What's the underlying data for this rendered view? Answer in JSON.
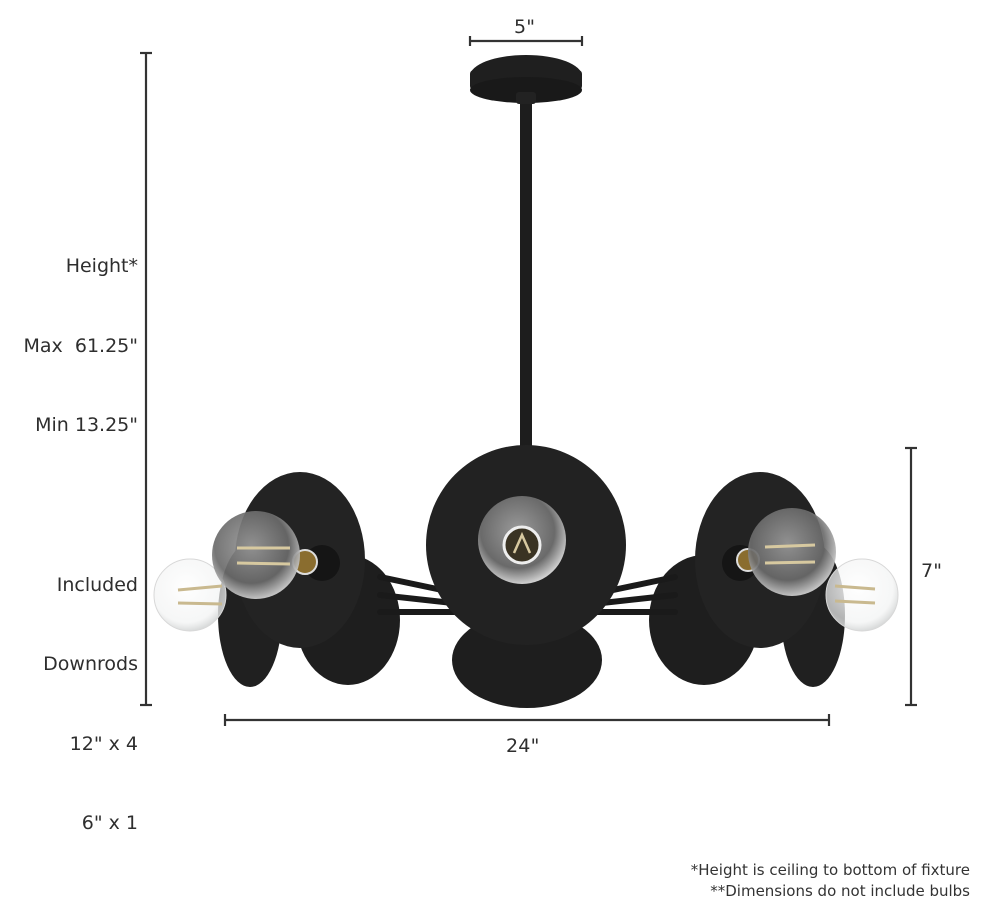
{
  "dimensions": {
    "canopy_width": "5\"",
    "fixture_width": "24\"",
    "fixture_height": "7\""
  },
  "height_specs": {
    "title": "Height*",
    "max": "Max  61.25\"",
    "min": "Min 13.25\""
  },
  "downrod_specs": {
    "title_line1": "Included",
    "title_line2": "Downrods",
    "item1": "12\" x 4",
    "item2": "6\" x 1"
  },
  "footnotes": {
    "note1": "*Height is ceiling to bottom of fixture",
    "note2": "**Dimensions do not include bulbs"
  },
  "colors": {
    "fixture": "#1f1f1f",
    "dimension_line": "#333333",
    "bulb_glass": "#e9eaea",
    "filament": "#c9b98f"
  }
}
